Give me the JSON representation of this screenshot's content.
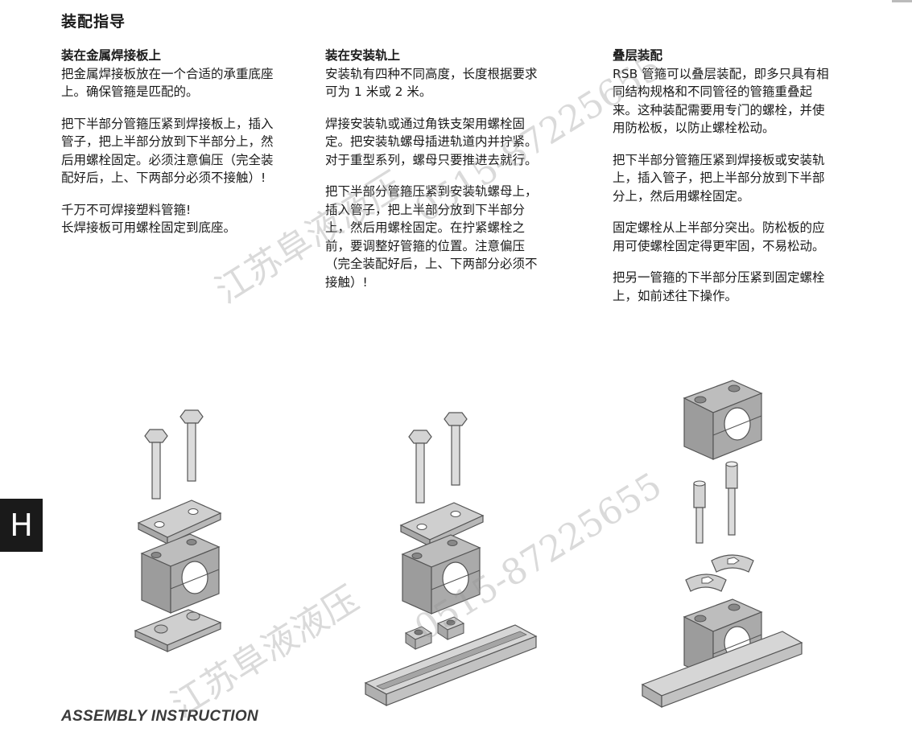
{
  "page": {
    "title": "装配指导",
    "section_tab": "H",
    "footer": "ASSEMBLY INSTRUCTION"
  },
  "columns": [
    {
      "heading": "装在金属焊接板上",
      "paragraphs": [
        "把金属焊接板放在一个合适的承重底座上。确保管箍是匹配的。",
        "把下半部分管箍压紧到焊接板上，插入管子，把上半部分放到下半部分上，然后用螺栓固定。必须注意偏压（完全装配好后，上、下两部分必须不接触）!",
        "千万不可焊接塑料管箍!\n长焊接板可用螺栓固定到底座。"
      ]
    },
    {
      "heading": "装在安装轨上",
      "paragraphs": [
        "安装轨有四种不同高度，长度根据要求可为 1 米或 2 米。",
        "焊接安装轨或通过角铁支架用螺栓固定。把安装轨螺母插进轨道内并拧紧。对于重型系列，螺母只要推进去就行。",
        "把下半部分管箍压紧到安装轨螺母上，插入管子，把上半部分放到下半部分上，然后用螺栓固定。在拧紧螺栓之前，要调整好管箍的位置。注意偏压（完全装配好后，上、下两部分必须不接触）!"
      ]
    },
    {
      "heading": "叠层装配",
      "paragraphs": [
        "RSB 管箍可以叠层装配，即多只具有相同结构规格和不同管径的管箍重叠起来。这种装配需要用专门的螺栓，并使用防松板，以防止螺栓松动。",
        "把下半部分管箍压紧到焊接板或安装轨上，插入管子，把上半部分放到下半部分上，然后用螺栓固定。",
        "固定螺栓从上半部分突出。防松板的应用可使螺栓固定得更牢固，不易松动。",
        "把另一管箍的下半部分压紧到固定螺栓上，如前述往下操作。"
      ]
    }
  ],
  "watermarks": [
    "0515-87225655",
    "江苏阜液液压",
    "0515-87225655",
    "江苏阜液液压"
  ]
}
